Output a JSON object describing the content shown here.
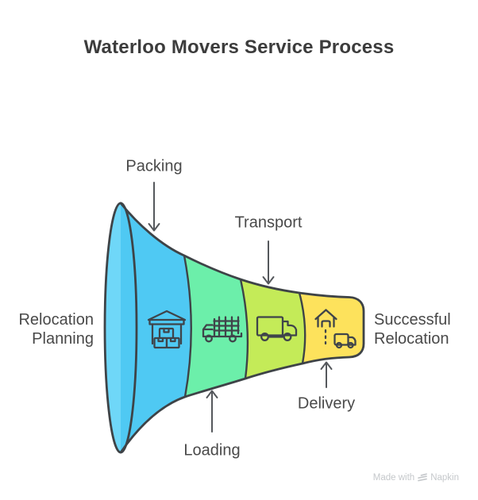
{
  "title": "Waterloo Movers Service Process",
  "diagram": {
    "type": "horizontal funnel / horn process diagram",
    "start_label": "Relocation Planning",
    "end_label": "Successful Relocation",
    "stages": [
      {
        "name": "Packing",
        "color": "#4FC9F3",
        "icon": "warehouse-boxes-icon",
        "label_side": "top"
      },
      {
        "name": "Loading",
        "color": "#6CEFAA",
        "icon": "loaded-truck-icon",
        "label_side": "bottom"
      },
      {
        "name": "Transport",
        "color": "#C4EB58",
        "icon": "moving-truck-icon",
        "label_side": "top"
      },
      {
        "name": "Delivery",
        "color": "#FDE25C",
        "icon": "home-delivery-icon",
        "label_side": "bottom"
      }
    ],
    "mouth_color": "#6FD7F8",
    "outline_color": "#3E4347"
  },
  "watermark": {
    "text": "Made with",
    "brand": "Napkin"
  }
}
